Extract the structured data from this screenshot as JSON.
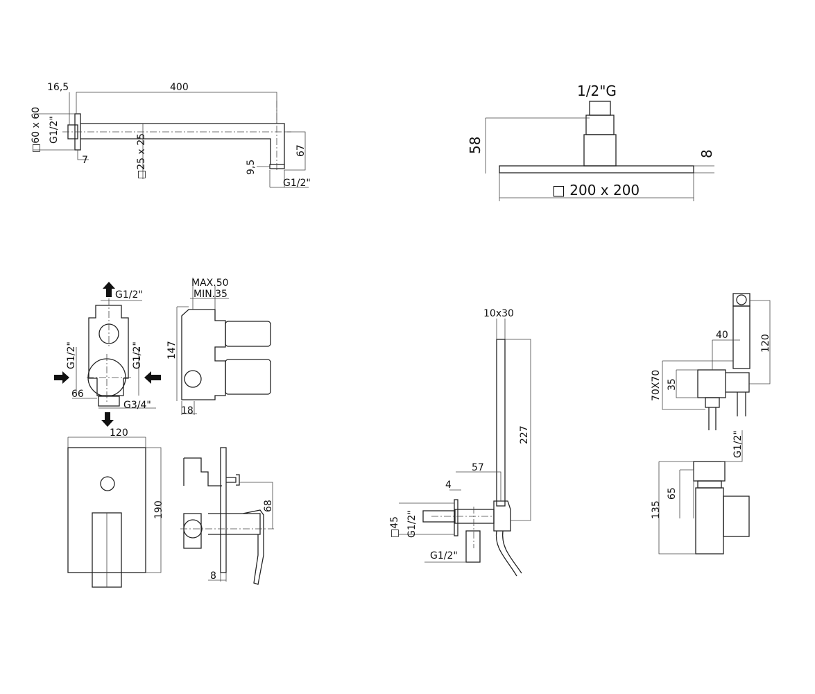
{
  "shower_arm": {
    "offset": "16,5",
    "length": "400",
    "flange": "□60 x 60",
    "inlet_thread": "G1/2\"",
    "flange_depth": "7",
    "tube": "□25 x 25",
    "drop": "67",
    "nipple": "9,5",
    "outlet_thread": "G1/2\""
  },
  "shower_head": {
    "thread": "1/2\"G",
    "height": "58",
    "thickness": "8",
    "size": "□ 200 x 200"
  },
  "concealed_valve": {
    "top_thread": "G1/2\"",
    "max_depth": "MAX.50",
    "min_depth": "MIN.35",
    "left_thread": "G1/2\"",
    "right_thread": "G1/2\"",
    "height": "147",
    "offset": "66",
    "bottom_thread": "G3/4\"",
    "wall": "18",
    "plate_width": "120",
    "plate_height": "190",
    "diverter_height": "68",
    "plate_depth": "8"
  },
  "hand_shower": {
    "handle": "10x30",
    "length": "227",
    "projection": "57",
    "flange": "4",
    "square": "□45",
    "wall_thread": "G1/2\"",
    "outlet_thread": "G1/2\""
  },
  "bidet_shower": {
    "holder_depth": "40",
    "head_length": "120",
    "plate": "70X70",
    "outlet_height": "35",
    "thread": "G1/2\"",
    "valve_height": "65",
    "total_height": "135"
  }
}
